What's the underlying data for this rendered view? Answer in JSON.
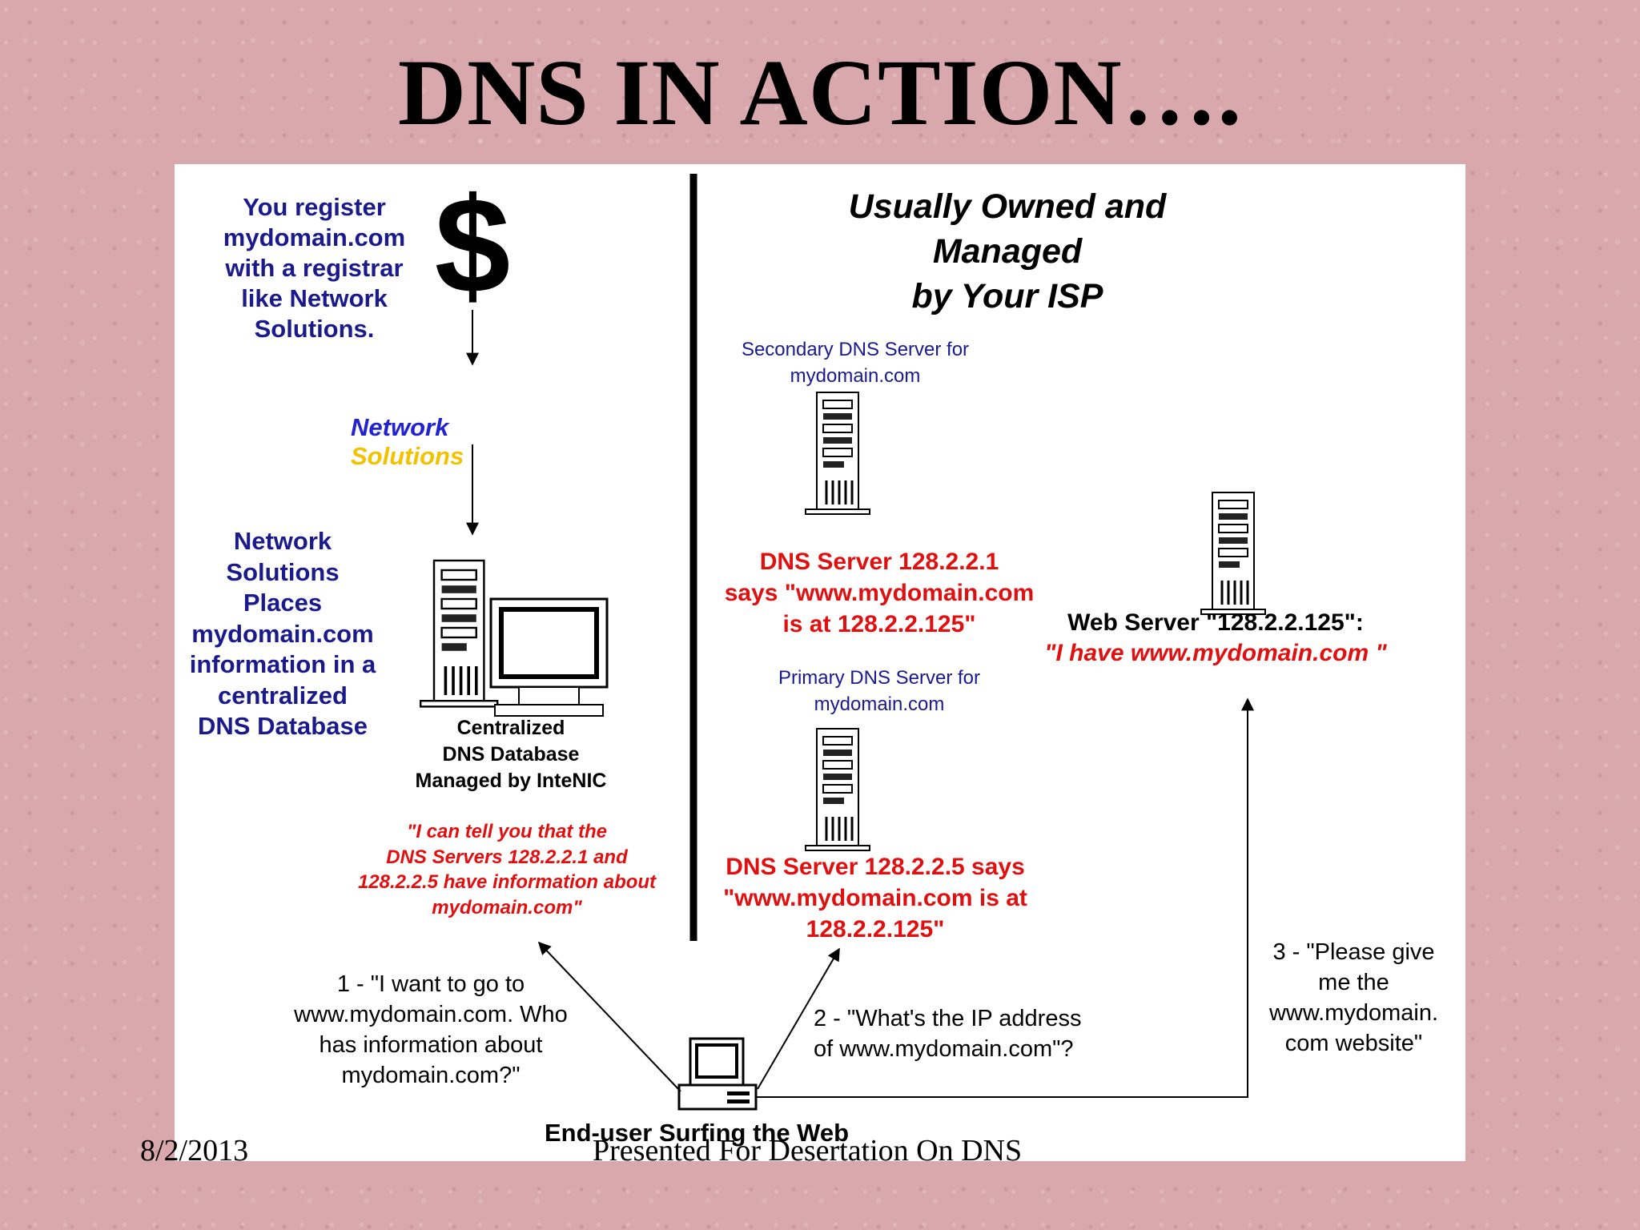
{
  "title": "DNS IN ACTION….",
  "left": {
    "register_text": "You register\nmydomain.com\nwith a registrar\nlike Network\nSolutions.",
    "dollar_icon": "$",
    "logo": {
      "word1": "Network",
      "word2": "Solutions",
      "color1": "#2222d0",
      "color2": "#f2c200"
    },
    "places_text": "Network\nSolutions\nPlaces\nmydomain.com\ninformation in a\ncentralized\nDNS Database",
    "central_db_label": "Centralized\nDNS Database\nManaged by InteNIC",
    "central_db_quote": "\"I can tell you that the\nDNS Servers 128.2.2.1 and\n128.2.2.5 have information about\nmydomain.com\""
  },
  "right": {
    "heading": "Usually Owned and Managed\nby Your ISP",
    "secondary_label": "Secondary DNS Server for\nmydomain.com",
    "secondary_says": "DNS Server 128.2.2.1\nsays \"www.mydomain.com\nis at 128.2.2.125\"",
    "primary_label": "Primary DNS Server for\nmydomain.com",
    "primary_says": "DNS Server 128.2.2.5 says\n\"www.mydomain.com is at\n128.2.2.125\"",
    "web_server_label": "Web Server \"128.2.2.125\":",
    "web_server_quote": "\"I have www.mydomain.com \""
  },
  "steps": {
    "step1": "1 - \"I want to go to\nwww.mydomain.com.  Who\nhas information about\nmydomain.com?\"",
    "step2": "2 - \"What's the IP address\nof www.mydomain.com\"?",
    "step3": "3 - \"Please give\nme the\nwww.mydomain.\ncom website\""
  },
  "end_user_label": "End-user Surfing the Web",
  "footer": {
    "date": "8/2/2013",
    "center": "Presented For Desertation On DNS"
  },
  "icons": [
    "dollar-icon",
    "server-tower-icon",
    "computer-monitor-icon",
    "desktop-computer-icon",
    "arrow-icon"
  ],
  "colors": {
    "navy": "#1a1a8c",
    "red": "#e01010",
    "background": "#d9a8ac"
  }
}
